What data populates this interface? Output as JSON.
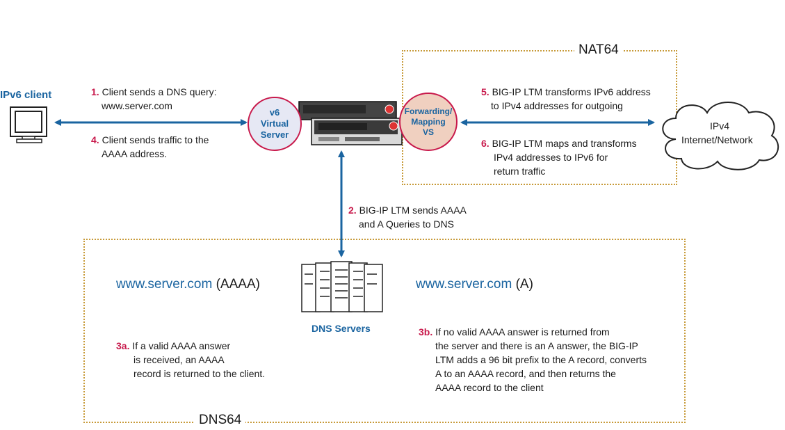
{
  "nat64_box": {
    "label": "NAT64"
  },
  "dns64_box": {
    "label": "DNS64"
  },
  "client": {
    "label": "IPv6 client"
  },
  "virtual_server": {
    "lines": [
      "v6",
      "Virtual",
      "Server"
    ]
  },
  "forwarding_vs": {
    "lines": [
      "Forwarding/",
      "Mapping",
      "VS"
    ]
  },
  "internet_cloud": {
    "lines": [
      "IPv4",
      "Internet/Network"
    ]
  },
  "dns_servers": {
    "label": "DNS Servers"
  },
  "steps": {
    "s1": {
      "num": "1.",
      "line1": "Client sends a DNS query:",
      "line2": "www.server.com"
    },
    "s4": {
      "num": "4.",
      "line1": "Client sends traffic to the",
      "line2": "AAAA address."
    },
    "s2": {
      "num": "2.",
      "line1": "BIG-IP LTM sends AAAA",
      "line2": "and A Queries to DNS"
    },
    "s5": {
      "num": "5.",
      "line1": "BIG-IP LTM transforms IPv6 address",
      "line2": "to IPv4 addresses for outgoing"
    },
    "s6": {
      "num": "6.",
      "line1": "BIG-IP LTM maps and transforms",
      "line2": "IPv4 addresses to IPv6 for",
      "line3": "return traffic"
    },
    "s3a": {
      "num": "3a.",
      "line1": "If a valid AAAA answer",
      "line2": "is received, an AAAA",
      "line3": "record is returned to the client."
    },
    "s3b": {
      "num": "3b.",
      "line1": "If no valid AAAA answer is returned from",
      "line2": "the server and there is an A answer, the BIG-IP",
      "line3": "LTM adds a 96 bit prefix to the A record, converts",
      "line4": "A to  an AAAA record, and then returns the",
      "line5": "AAAA record to the client"
    }
  },
  "records": {
    "aaaa": {
      "domain": "www.server.com",
      "type": "(AAAA)"
    },
    "a": {
      "domain": "www.server.com",
      "type": "(A)"
    }
  },
  "colors": {
    "accent_blue": "#1a64a0",
    "step_red": "#c8194b",
    "box_gold": "#c79a38",
    "vs_pink": "#f0d0c0"
  }
}
